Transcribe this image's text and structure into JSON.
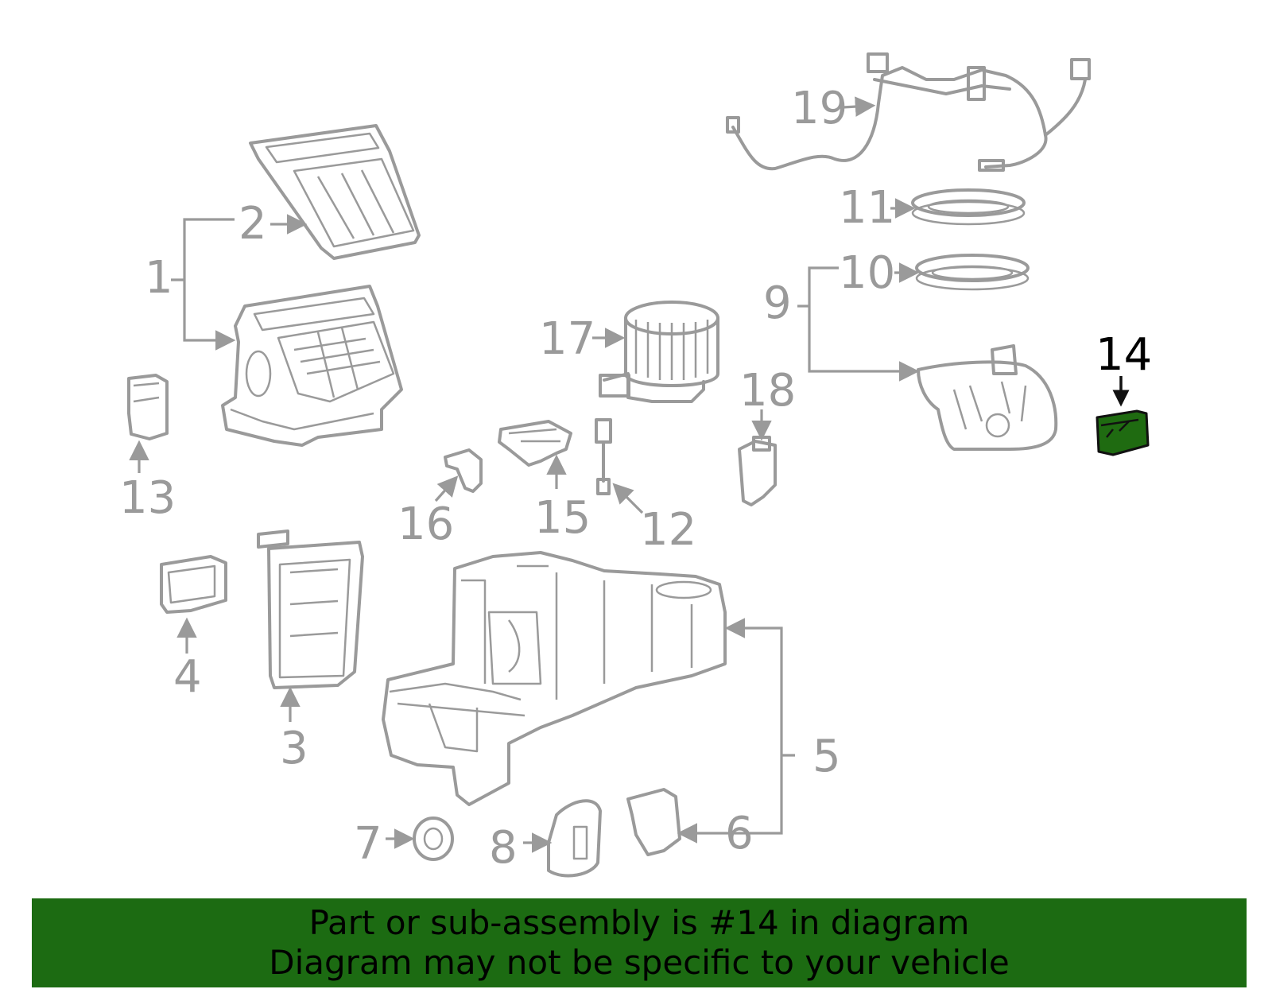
{
  "diagram": {
    "callouts": {
      "c1": "1",
      "c2": "2",
      "c3": "3",
      "c4": "4",
      "c5": "5",
      "c6": "6",
      "c7": "7",
      "c8": "8",
      "c9": "9",
      "c10": "10",
      "c11": "11",
      "c12": "12",
      "c13": "13",
      "c14": "14",
      "c15": "15",
      "c16": "16",
      "c17": "17",
      "c18": "18",
      "c19": "19"
    },
    "highlighted_part": "14",
    "colors": {
      "line_art": "#9a9a9a",
      "highlight_fill": "#1f6b11",
      "banner_bg": "#1c6b12"
    }
  },
  "banner": {
    "line1": "Part or sub-assembly is #14 in diagram",
    "line2": "Diagram may not be specific to your vehicle"
  }
}
